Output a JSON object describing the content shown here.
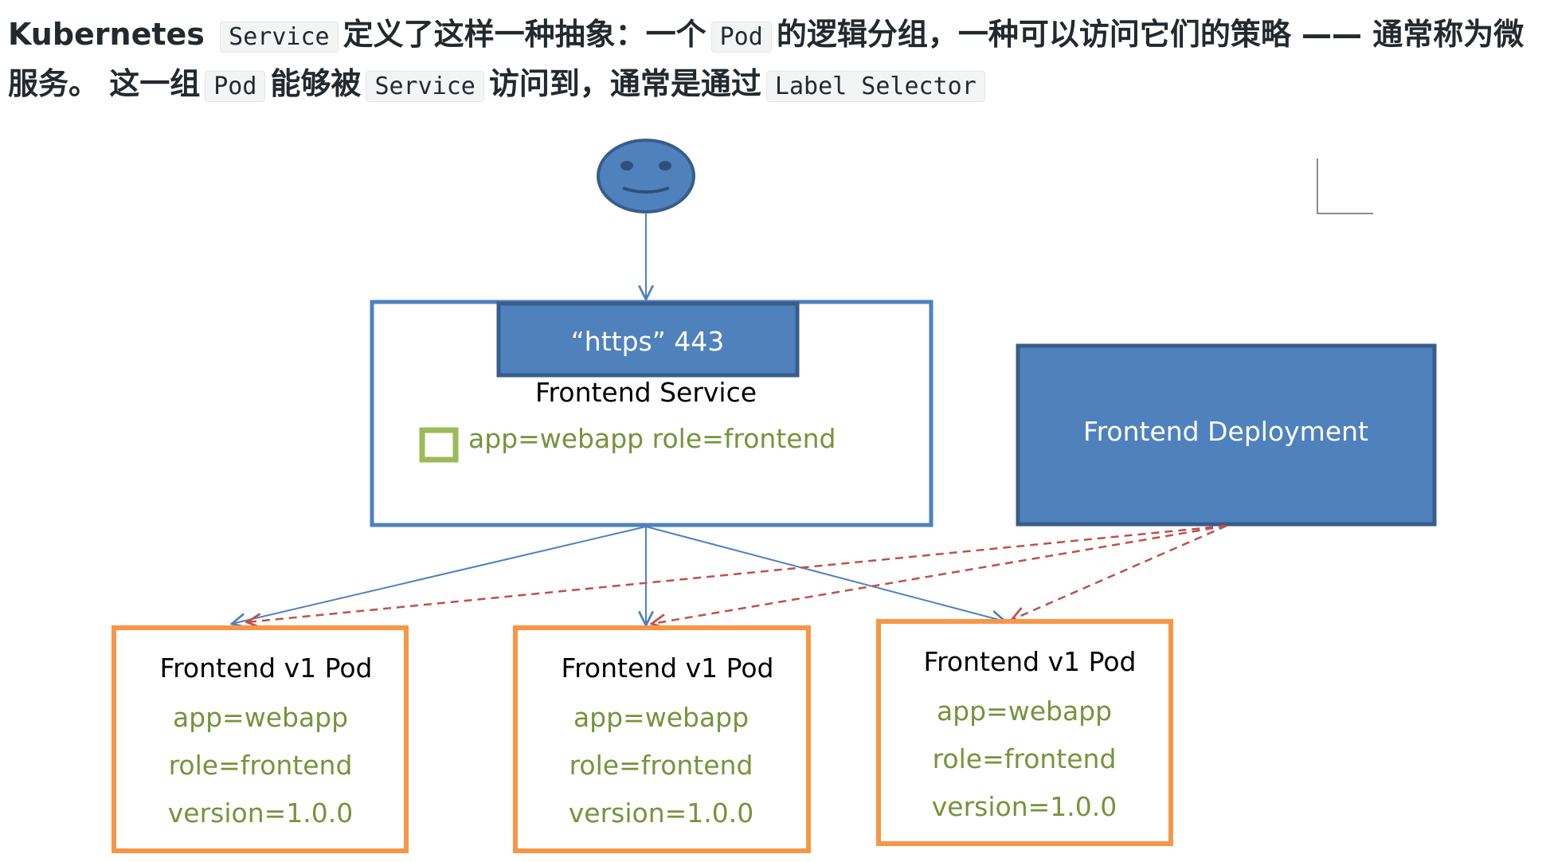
{
  "intro": {
    "t1": "Kubernetes",
    "c1": "Service",
    "t2": "定义了这样一种抽象：一个",
    "c2": "Pod",
    "t3": "的逻辑分组，一种可以访问它们的策略 —— 通常称为微服务。 这一组",
    "c3": "Pod",
    "t4": "能够被",
    "c4": "Service",
    "t5": "访问到，通常是通过",
    "c5": "Label Selector"
  },
  "diagram": {
    "user": {
      "icon": "smiley-user-icon"
    },
    "service": {
      "port_label": "“https” 443",
      "name": "Frontend Service",
      "selector": "app=webapp role=frontend"
    },
    "deployment": {
      "name": "Frontend Deployment"
    },
    "pods": [
      {
        "title": "Frontend v1 Pod",
        "l1": "app=webapp",
        "l2": "role=frontend",
        "l3": "version=1.0.0"
      },
      {
        "title": "Frontend v1 Pod",
        "l1": "app=webapp",
        "l2": "role=frontend",
        "l3": "version=1.0.0"
      },
      {
        "title": "Frontend v1 Pod",
        "l1": "app=webapp",
        "l2": "role=frontend",
        "l3": "version=1.0.0"
      }
    ],
    "colors": {
      "blue_fill": "#4f81bd",
      "blue_dark": "#385d8a",
      "orange": "#f79646",
      "green_text": "#77933c",
      "green_box": "#9bbb59",
      "red_dash": "#c0504d"
    }
  }
}
